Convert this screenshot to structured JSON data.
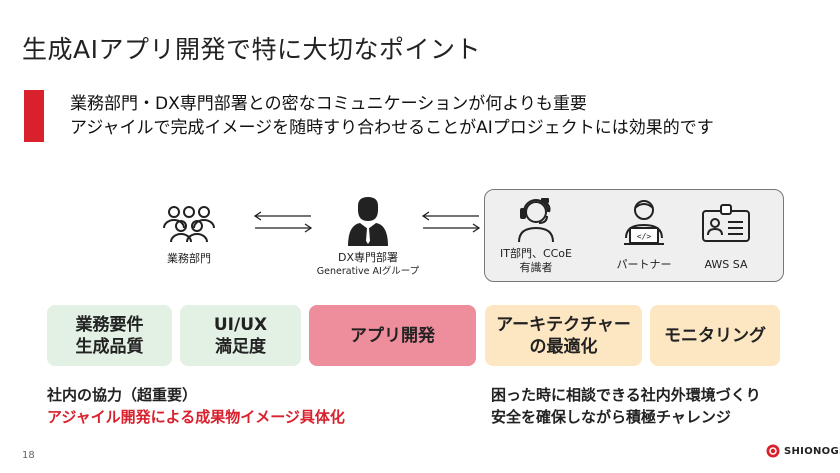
{
  "title": "生成AIアプリ開発で特に大切なポイント",
  "lead": {
    "line1": "業務部門・DX専門部署との密なコミュニケーションが何よりも重要",
    "line2": "アジャイルで完成イメージを随時すり合わせることがAIプロジェクトには効果的です"
  },
  "nodes": {
    "business": {
      "label": "業務部門",
      "icon": "people-group-icon"
    },
    "dx": {
      "label": "DX専門部署",
      "sub": "Generative AIグループ",
      "icon": "businessman-icon"
    },
    "it": {
      "label1": "IT部門、CCoE",
      "label2": "有識者",
      "icon": "headset-operator-icon"
    },
    "partner": {
      "label": "パートナー",
      "icon": "developer-laptop-icon"
    },
    "aws": {
      "label": "AWS SA",
      "icon": "id-badge-icon"
    }
  },
  "cards": [
    {
      "text": "業務要件\n生成品質",
      "color": "#e3f0e4"
    },
    {
      "text": "UI/UX\n満足度",
      "color": "#e3f0e4"
    },
    {
      "text": "アプリ開発",
      "color": "#ee8d9c"
    },
    {
      "text": "アーキテクチャー\nの最適化",
      "color": "#fde6c2"
    },
    {
      "text": "モニタリング",
      "color": "#fde6c2"
    }
  ],
  "notes": {
    "left1": "社内の協力（超重要）",
    "left2": "アジャイル開発による成果物イメージ具体化",
    "right1": "困った時に相談できる社内外環境づくり",
    "right2": "安全を確保しながら積極チャレンジ"
  },
  "footer": {
    "page": "18",
    "brand": "SHIONOGI"
  },
  "colors": {
    "accent": "#d9202d",
    "green": "#e3f0e4",
    "pink": "#ee8d9c",
    "orange": "#fde6c2"
  }
}
